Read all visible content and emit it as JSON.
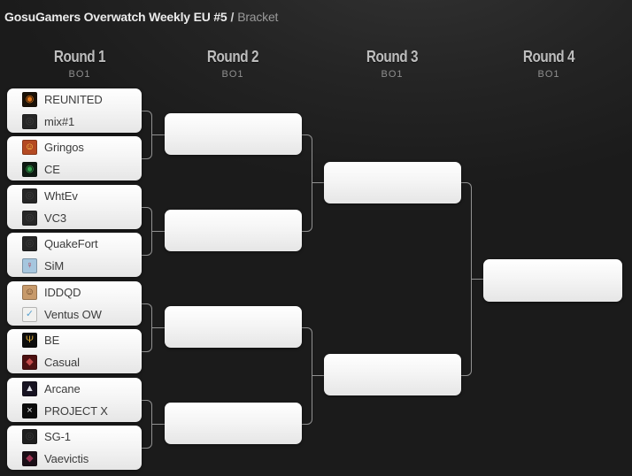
{
  "breadcrumb": {
    "title": "GosuGamers Overwatch Weekly EU #5",
    "separator": "/",
    "current": "Bracket"
  },
  "rounds": [
    {
      "label": "Round 1",
      "format": "BO1"
    },
    {
      "label": "Round 2",
      "format": "BO1"
    },
    {
      "label": "Round 3",
      "format": "BO1"
    },
    {
      "label": "Round 4",
      "format": "BO1"
    }
  ],
  "matches": {
    "round1": [
      {
        "teams": [
          {
            "name": "REUNITED",
            "logo": {
              "bg": "#1b1208",
              "fg": "#e1761b",
              "glyph": "◉"
            }
          },
          {
            "name": "mix#1",
            "logo": {
              "bg": "#262626",
              "fg": "#3e3e3e",
              "glyph": "◎"
            }
          }
        ]
      },
      {
        "teams": [
          {
            "name": "Gringos",
            "logo": {
              "bg": "#b44a22",
              "fg": "#ffd24d",
              "glyph": "☺"
            }
          },
          {
            "name": "CE",
            "logo": {
              "bg": "#0e1a12",
              "fg": "#35a34e",
              "glyph": "◉"
            }
          }
        ]
      },
      {
        "teams": [
          {
            "name": "WhtEv",
            "logo": {
              "bg": "#272727",
              "fg": "#3e3e3e",
              "glyph": "◎"
            }
          },
          {
            "name": "VC3",
            "logo": {
              "bg": "#272727",
              "fg": "#3e3e3e",
              "glyph": "◎"
            }
          }
        ]
      },
      {
        "teams": [
          {
            "name": "QuakeFort",
            "logo": {
              "bg": "#272727",
              "fg": "#3e3e3e",
              "glyph": "◎"
            }
          },
          {
            "name": "SiM",
            "logo": {
              "bg": "#a6c6de",
              "fg": "#b03a52",
              "glyph": "♀"
            }
          }
        ]
      },
      {
        "teams": [
          {
            "name": "IDDQD",
            "logo": {
              "bg": "#c79a6b",
              "fg": "#5d3c22",
              "glyph": "☺"
            }
          },
          {
            "name": "Ventus OW",
            "logo": {
              "bg": "#f1f1ef",
              "fg": "#5ba2d0",
              "glyph": "✓"
            }
          }
        ]
      },
      {
        "teams": [
          {
            "name": "BE",
            "logo": {
              "bg": "#0d0d0d",
              "fg": "#d3a438",
              "glyph": "Ψ"
            }
          },
          {
            "name": "Casual",
            "logo": {
              "bg": "#4c1011",
              "fg": "#c24a4a",
              "glyph": "◆"
            }
          }
        ]
      },
      {
        "teams": [
          {
            "name": "Arcane",
            "logo": {
              "bg": "#171321",
              "fg": "#dcdce4",
              "glyph": "▲"
            }
          },
          {
            "name": "PROJECT X",
            "logo": {
              "bg": "#0b0b0b",
              "fg": "#e8e8e8",
              "glyph": "×"
            }
          }
        ]
      },
      {
        "teams": [
          {
            "name": "SG-1",
            "logo": {
              "bg": "#1f1f1f",
              "fg": "#3a3a3a",
              "glyph": "◎"
            }
          },
          {
            "name": "Vaevictis",
            "logo": {
              "bg": "#1a0e16",
              "fg": "#9d3353",
              "glyph": "◆"
            }
          }
        ]
      }
    ]
  },
  "colors": {
    "page_bg": "#1b1b1b",
    "connector_line": "#919191",
    "box_gradient_top": "#ffffff",
    "box_gradient_bottom": "#e6e6e6",
    "breadcrumb_title": "#ebebeb",
    "breadcrumb_current": "#9a9a9a",
    "round_label": "#bdbdbd",
    "round_format": "#8f8f8f",
    "team_name": "#3c3c3c"
  }
}
